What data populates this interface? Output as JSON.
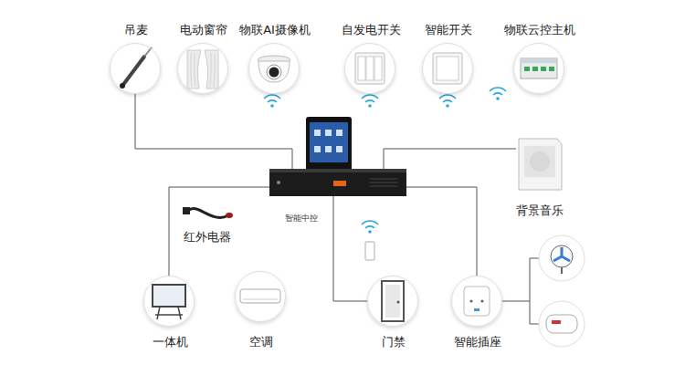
{
  "diagram": {
    "nodes": [
      {
        "text": [
          "吊麦"
        ]
      },
      {
        "text": [
          "电动窗帘"
        ]
      },
      {
        "text": [
          "物联AI摄像机"
        ]
      },
      {
        "text": [
          "自发电开关"
        ]
      },
      {
        "text": [
          "智能开关"
        ]
      },
      {
        "text": [
          "物联云控主机"
        ]
      },
      {
        "text": [
          "智能中控"
        ]
      },
      {
        "text": [
          "背景音乐"
        ]
      },
      {
        "text": [
          "红外电器"
        ]
      },
      {
        "text": [
          "一体机"
        ]
      },
      {
        "text": [
          "空调"
        ]
      },
      {
        "text": [
          "门禁"
        ]
      },
      {
        "text": [
          "智能插座"
        ]
      }
    ],
    "edges": [
      {
        "from": 6,
        "to": 0,
        "arrow": "none"
      },
      {
        "from": 6,
        "to": 7,
        "arrow": "none"
      },
      {
        "from": 6,
        "to": 9,
        "arrow": "none"
      },
      {
        "from": 6,
        "to": 11,
        "arrow": "none"
      },
      {
        "from": 6,
        "to": 12,
        "arrow": "none"
      }
    ]
  }
}
